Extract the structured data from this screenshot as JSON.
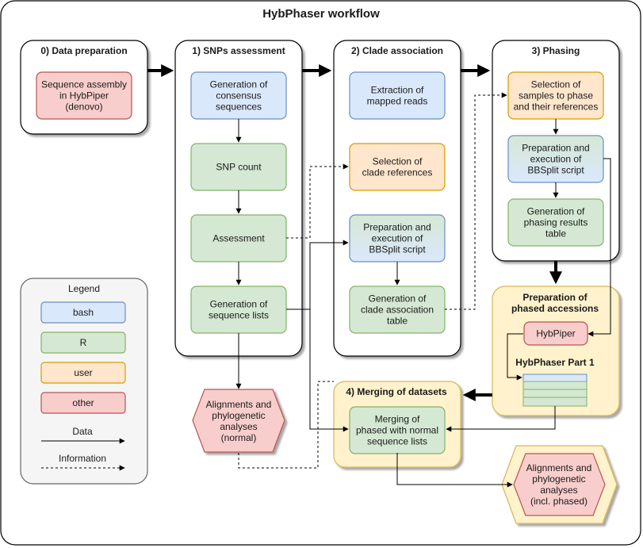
{
  "title": "HybPhaser workflow",
  "stages": {
    "prep": "0) Data preparation",
    "snps": "1) SNPs assessment",
    "clade": "2) Clade association",
    "phasing": "3) Phasing",
    "phased_acc": [
      "Preparation of",
      "phased accessions"
    ],
    "merging": "4) Merging of datasets"
  },
  "nodes": {
    "seq_assembly": [
      "Sequence assembly",
      "in HybPiper",
      "(denovo)"
    ],
    "consensus": [
      "Generation of",
      "consensus",
      "sequences"
    ],
    "snp_count": [
      "SNP count"
    ],
    "assessment": [
      "Assessment"
    ],
    "seq_lists": [
      "Generation of",
      "sequence lists"
    ],
    "extraction": [
      "Extraction of",
      "mapped reads"
    ],
    "clade_refs": [
      "Selection of",
      "clade references"
    ],
    "bbsplit_clade": [
      "Preparation and",
      "execution of",
      "BBSplit script"
    ],
    "clade_table": [
      "Generation of",
      "clade association",
      "table"
    ],
    "select_samples": [
      "Selection of",
      "samples to phase",
      "and their references"
    ],
    "bbsplit_phase": [
      "Preparation and",
      "execution of",
      "BBSplit script"
    ],
    "phasing_table": [
      "Generation of",
      "phasing results",
      "table"
    ],
    "hybpiper": [
      "HybPiper"
    ],
    "hybphaser_part1": [
      "HybPhaser Part 1"
    ],
    "merge": [
      "Merging of",
      "phased with normal",
      "sequence lists"
    ],
    "align_normal": [
      "Alignments and",
      "phylogenetic",
      "analyses",
      "(normal)"
    ],
    "align_phased": [
      "Alignments and",
      "phylogenetic",
      "analyses",
      "(incl. phased)"
    ]
  },
  "legend": {
    "title": "Legend",
    "items": [
      {
        "label": "bash",
        "fill": "#dae8fc",
        "stroke": "#6c8ebf"
      },
      {
        "label": "R",
        "fill": "#d5e8d4",
        "stroke": "#82b366"
      },
      {
        "label": "user",
        "fill": "#ffe6cc",
        "stroke": "#d79b00"
      },
      {
        "label": "other",
        "fill": "#f8cecc",
        "stroke": "#b85450"
      }
    ],
    "data_label": "Data",
    "info_label": "Information"
  },
  "colors": {
    "bash_fill": "#dae8fc",
    "bash_stroke": "#6c8ebf",
    "r_fill": "#d5e8d4",
    "r_stroke": "#82b366",
    "user_fill": "#ffe6cc",
    "user_stroke": "#d79b00",
    "other_fill": "#f8cecc",
    "other_stroke": "#b85450",
    "yellow_fill": "#fff2cc",
    "yellow_stroke": "#d6b656",
    "legend_fill": "#f5f5f5",
    "legend_stroke": "#666666"
  }
}
